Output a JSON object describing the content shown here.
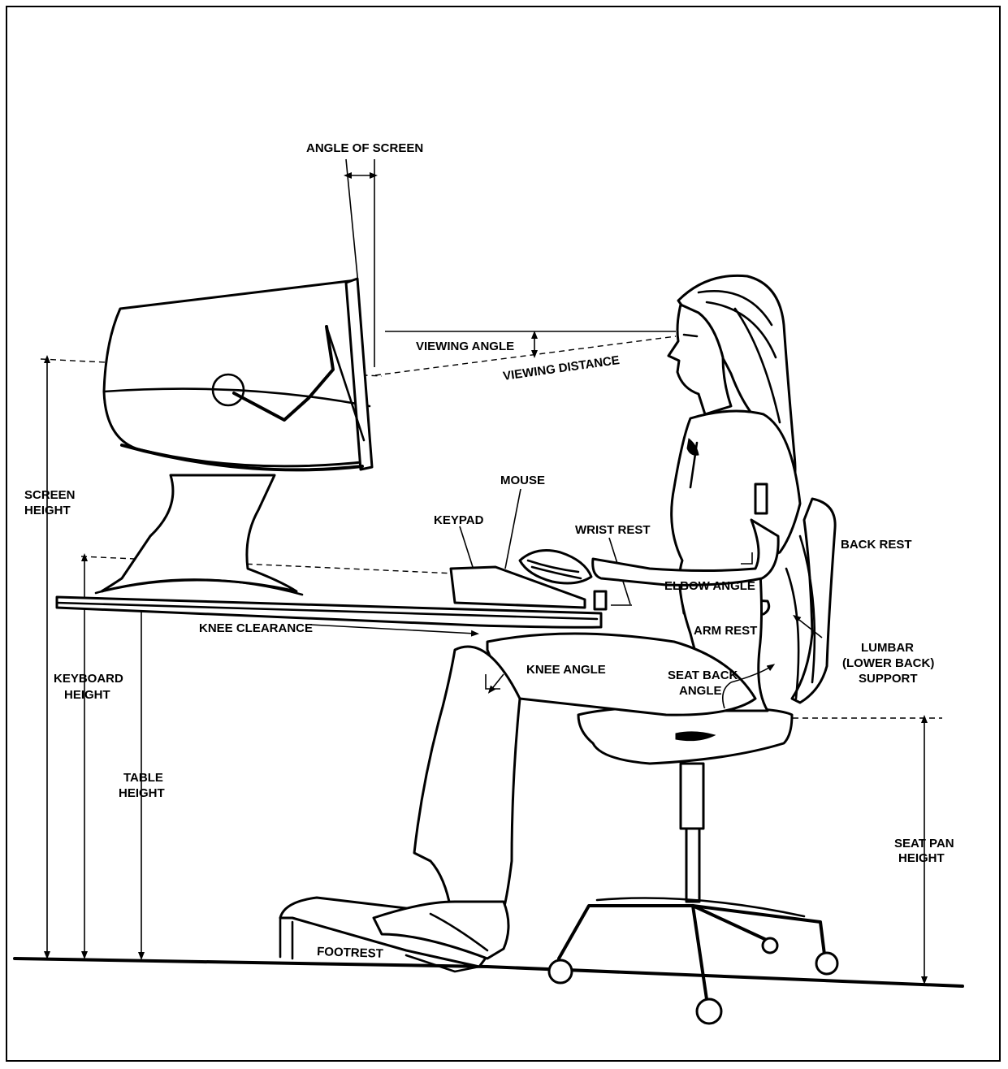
{
  "labels": {
    "angle_of_screen": "ANGLE OF SCREEN",
    "viewing_angle": "VIEWING ANGLE",
    "viewing_distance": "VIEWING DISTANCE",
    "screen_height_1": "SCREEN",
    "screen_height_2": "HEIGHT",
    "mouse": "MOUSE",
    "keypad": "KEYPAD",
    "wrist_rest": "WRIST REST",
    "back_rest": "BACK REST",
    "elbow_angle": "ELBOW ANGLE",
    "keyboard_height_1": "KEYBOARD",
    "keyboard_height_2": "HEIGHT",
    "knee_clearance": "KNEE CLEARANCE",
    "arm_rest": "ARM REST",
    "lumbar_1": "LUMBAR",
    "lumbar_2": "(LOWER BACK)",
    "lumbar_3": "SUPPORT",
    "knee_angle": "KNEE ANGLE",
    "seat_back_angle_1": "SEAT BACK",
    "seat_back_angle_2": "ANGLE",
    "table_height_1": "TABLE",
    "table_height_2": "HEIGHT",
    "seat_pan_height_1": "SEAT PAN",
    "seat_pan_height_2": "HEIGHT",
    "footrest": "FOOTREST"
  }
}
